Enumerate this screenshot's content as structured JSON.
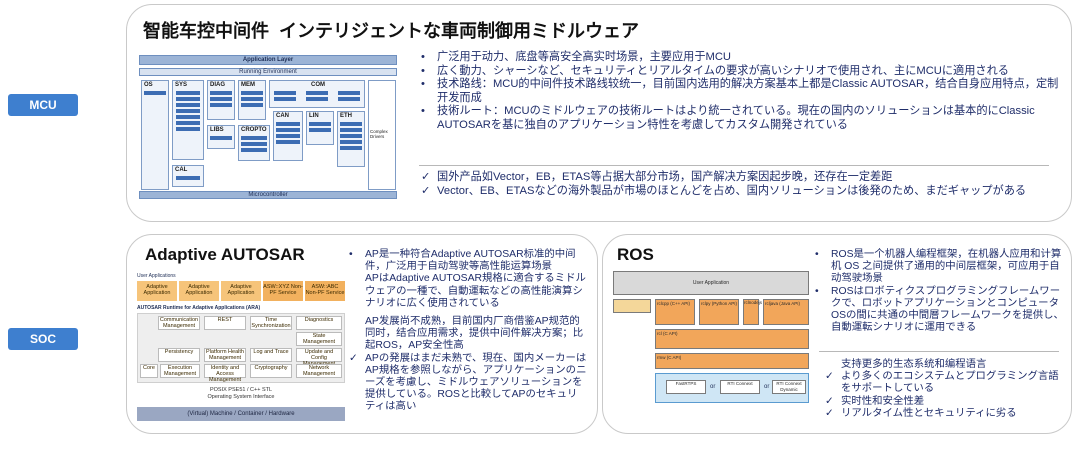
{
  "labels": {
    "mcu": "MCU",
    "soc": "SOC"
  },
  "mcu_panel": {
    "title": "智能车控中间件  インテリジェントな車両制御用ミドルウェア",
    "diagram": {
      "application_layer": "Application Layer",
      "running_environment": "Running Environment",
      "microcontroller": "Microcontroller",
      "complex_drivers": "Complex Drivers",
      "modules": [
        "OS",
        "SYS",
        "DIAG",
        "MEM",
        "COM",
        "LIBS",
        "CROPTO",
        "CAN",
        "LIN",
        "ETH",
        "CAL"
      ]
    },
    "bullets": [
      {
        "mark": "•",
        "text": "广泛用于动力、底盘等高安全高实时场景，主要应用于MCU"
      },
      {
        "mark": "•",
        "text": "広く動力、シャーシなど、セキュリティとリアルタイムの要求が高いシナリオで使用され、主にMCUに適用される"
      },
      {
        "mark": "•",
        "text": "技术路线：MCU的中间件技术路线较统一，目前国内选用的解决方案基本上都是Classic AUTOSAR，结合自身应用特点，定制开发而成"
      },
      {
        "mark": "•",
        "text": "技術ルート：MCUのミドルウェアの技術ルートはより統一されている。現在の国内のソリューションは基本的にClassic AUTOSARを基に独自のアプリケーション特性を考慮してカスタム開発されている"
      }
    ],
    "checks": [
      {
        "mark": "✓",
        "text": "国外产品如Vector，EB，ETAS等占据大部分市场，国产解决方案因起步晚，还存在一定差距"
      },
      {
        "mark": "✓",
        "text": " Vector、EB、ETASなどの海外製品が市場のほとんどを占め、国内ソリューションは後発のため、まだギャップがある"
      }
    ]
  },
  "adaptive_panel": {
    "title": "Adaptive AUTOSAR",
    "diagram": {
      "user_apps": "User Applications",
      "apps": [
        "Adaptive Application",
        "Adaptive Application",
        "Adaptive Application",
        "ASW::XYZ Non-PF Service",
        "ASW::ABC Non-PF Service"
      ],
      "runtime": "AUTOSAR Runtime for Adaptive Applications (ARA)",
      "services": [
        "Communication Management",
        "REST",
        "Time Synchronization",
        "Diagnostics",
        "State Management",
        "Persistency",
        "Platform Health Management",
        "Log and Trace",
        "Update and Config Management",
        "Core",
        "Execution Management",
        "Identity and Access Management",
        "Cryptography",
        "Network Management"
      ],
      "posix": "POSIX PSE51 / C++ STL",
      "os_iface": "Operating System Interface",
      "vm": "(Virtual) Machine / Container / Hardware"
    },
    "bullets": [
      {
        "mark": "•",
        "text": "AP是一种符合Adaptive AUTOSAR标准的中间件，广泛用于自动驾驶等高性能运算场景"
      },
      {
        "mark": "",
        "text": "APはAdaptive AUTOSAR規格に適合するミドルウェアの一種で、自動運転などの高性能演算シナリオに広く使用されている"
      },
      {
        "mark": "",
        "text": "AP发展尚不成熟，目前国内厂商借鉴AP规范的同时，结合应用需求，提供中间件解决方案；比起ROS，AP安全性高"
      },
      {
        "mark": "✓",
        "text": "APの発展はまだ未熟で、現在、国内メーカーはAP規格を参照しながら、アプリケーションのニーズを考慮し、ミドルウェアソリューションを提供している。ROSと比較してAPのセキュリティは高い"
      }
    ]
  },
  "ros_panel": {
    "title": "ROS",
    "diagram": {
      "user_app": "User Application",
      "client_libs": [
        "rclcpp (C++ API)",
        "rclpy (Python API)",
        "rclnodejs",
        "rcljava (Java API)"
      ],
      "rcl": "rcl (C API)",
      "rmw": "rmw (C API)",
      "impls": [
        "FastRTPS",
        "RTI Connext",
        "RTI Connext Dynamic"
      ],
      "or": "or"
    },
    "bullets": [
      {
        "mark": "•",
        "text": "ROS是一个机器人编程框架，在机器人应用和计算机 OS 之间提供了通用的中间层框架，可应用于自动驾驶场景"
      },
      {
        "mark": "•",
        "text": "ROSはロボティクスプログラミングフレームワークで、ロボットアプリケーションとコンピュータOSの間に共通の中間層フレームワークを提供し、自動運転シナリオに運用できる"
      }
    ],
    "checks": [
      {
        "mark": "",
        "text": "支持更多的生态系统和编程语言"
      },
      {
        "mark": "✓",
        "text": "より多くのエコシステムとプログラミング言語をサポートしている"
      },
      {
        "mark": "✓",
        "text": "实时性和安全性差"
      },
      {
        "mark": "✓",
        "text": "リアルタイム性とセキュリティに劣る"
      }
    ]
  },
  "colors": {
    "tag": "#3e7fcf",
    "text": "#1f2d6a",
    "aar_orange": "#f6c47a",
    "ros_orange": "#f2a65a"
  }
}
